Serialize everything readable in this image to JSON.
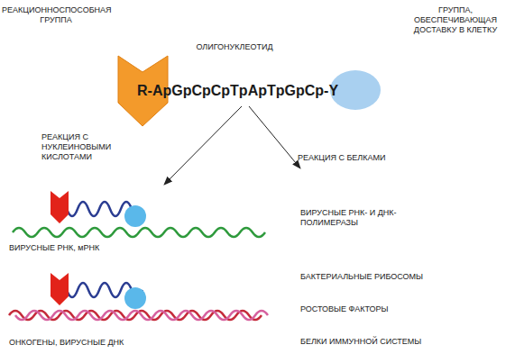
{
  "diagram": {
    "labels": [
      "РЕАКЦИОННОСПОСОБНАЯ ГРУППА",
      "ГРУППА, ОБЕСПЕЧИВАЮЩАЯ ДОСТАВКУ В КЛЕТКУ",
      "ОЛИГОНУКЛЕОТИД",
      "R-ApGpCpCpTpApTpGpCp-Y",
      "РЕАКЦИЯ С НУКЛЕИНОВЫМИ КИСЛОТАМИ",
      "РЕАКЦИЯ С БЕЛКАМИ",
      "ВИРУСНЫЕ РНК- И ДНК- ПОЛИМЕРАЗЫ",
      "ВИРУСНЫЕ РНК, мРНК",
      "БАКТЕРИАЛЬНЫЕ РИБОСОМЫ",
      "РОСТОВЫЕ ФАКТОРЫ",
      "ОНКОГЕНЫ, ВИРУСНЫЕ ДНК",
      "БЕЛКИ ИММУННОЙ СИСТЕМЫ"
    ]
  }
}
